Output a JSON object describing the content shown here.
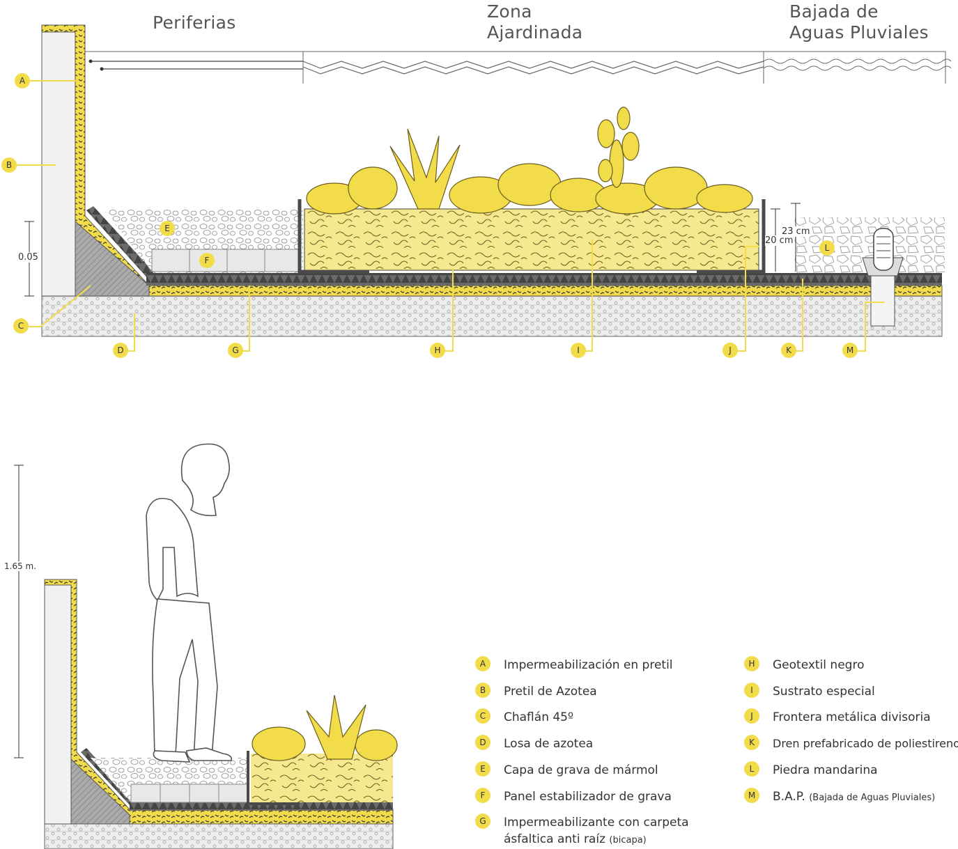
{
  "zones": {
    "periferias": "Periferias",
    "zona_line1": "Zona",
    "zona_line2": "Ajardinada",
    "bajada_line1": "Bajada de",
    "bajada_line2": "Aguas Pluviales"
  },
  "markers": [
    "A",
    "B",
    "C",
    "D",
    "E",
    "F",
    "G",
    "H",
    "I",
    "J",
    "K",
    "L",
    "M"
  ],
  "dimensions": {
    "parapet": "0.05",
    "depth_23": "23 cm",
    "depth_20": "20 cm",
    "person_height": "1.65 m."
  },
  "legend_left": [
    {
      "key": "A",
      "label": "Impermeabilización en pretil",
      "note": ""
    },
    {
      "key": "B",
      "label": "Pretil de Azotea",
      "note": ""
    },
    {
      "key": "C",
      "label": "Chaflán 45º",
      "note": ""
    },
    {
      "key": "D",
      "label": "Losa de azotea",
      "note": ""
    },
    {
      "key": "E",
      "label": "Capa de grava de mármol",
      "note": ""
    },
    {
      "key": "F",
      "label": "Panel estabilizador de grava",
      "note": ""
    },
    {
      "key": "G",
      "label": "Impermeabilizante con carpeta",
      "label2": "ásfaltica anti raíz",
      "note": "(bicapa)"
    }
  ],
  "legend_right": [
    {
      "key": "H",
      "label": "Geotextil negro",
      "note": ""
    },
    {
      "key": "I",
      "label": "Sustrato especial",
      "note": ""
    },
    {
      "key": "J",
      "label": "Frontera metálica divisoria",
      "note": ""
    },
    {
      "key": "K",
      "label": "Dren prefabricado de poliestireno",
      "note": ""
    },
    {
      "key": "L",
      "label": "Piedra mandarina",
      "note": ""
    },
    {
      "key": "M",
      "label": "B.A.P.",
      "note": "(Bajada de Aguas Pluviales)"
    }
  ],
  "colors": {
    "yellow": "#f2dc4a",
    "yellow_light": "#f5e88f",
    "dark_gray": "#555555",
    "mid_gray": "#9a9a9a",
    "light_gray": "#e8e8e8"
  }
}
